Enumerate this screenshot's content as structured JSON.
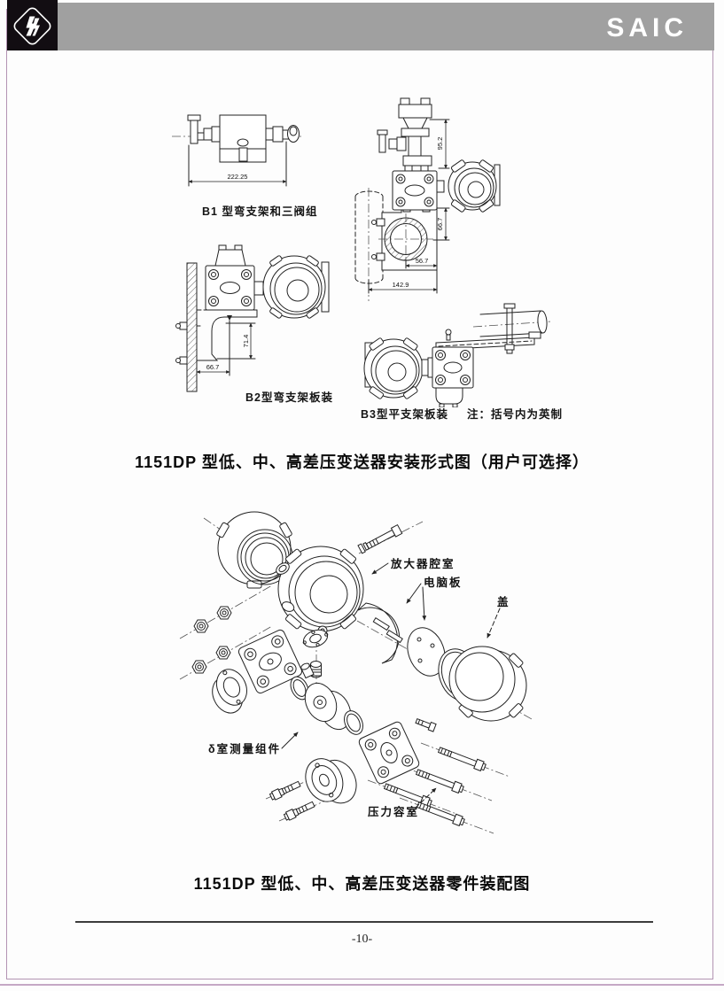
{
  "header": {
    "brand": "SAIC",
    "logo_icon": "si-diamond-logo"
  },
  "installation_figure": {
    "title": "1151DP 型低、中、高差压变送器安装形式图（用户可选择）",
    "b1_caption": "B1 型弯支架和三阀组",
    "b2_caption": "B2型弯支架板装",
    "b3_caption": "B3型平支架板装",
    "note": "注：括号内为英制",
    "dims": {
      "b1_width": "222.25",
      "pipe_height_top": "95.2",
      "pipe_height_mid": "66.7",
      "pipe_offset": "56.7",
      "pipe_width_total": "142.9",
      "b2_height": "71.4",
      "b2_depth": "66.7"
    }
  },
  "assembly_figure": {
    "title": "1151DP 型低、中、高差压变送器零件装配图",
    "labels": {
      "amplifier_chamber": "放大器腔室",
      "circuit_board": "电脑板",
      "cover": "盖",
      "delta_cell": "δ室测量组件",
      "pressure_chamber": "压力容室"
    }
  },
  "footer": {
    "page_number": "-10-"
  }
}
